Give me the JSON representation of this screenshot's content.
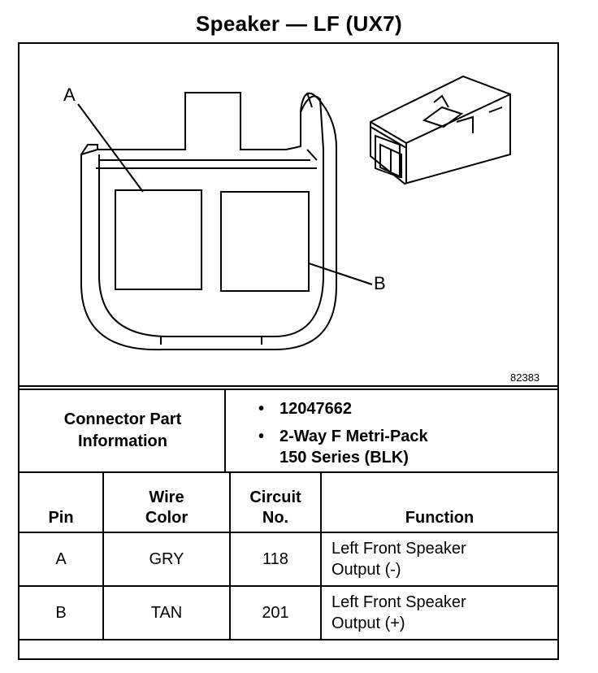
{
  "title": "Speaker — LF (UX7)",
  "figure_number": "82383",
  "callouts": {
    "a": "A",
    "b": "B"
  },
  "connector_info": {
    "label_line1": "Connector Part",
    "label_line2": "Information",
    "part_number": "12047662",
    "description_line1": "2-Way F Metri-Pack",
    "description_line2": "150 Series (BLK)"
  },
  "table": {
    "headers": {
      "pin": "Pin",
      "wire_color_line1": "Wire",
      "wire_color_line2": "Color",
      "circuit_line1": "Circuit",
      "circuit_line2": "No.",
      "function": "Function"
    },
    "rows": [
      {
        "pin": "A",
        "wire_color": "GRY",
        "circuit": "118",
        "function_line1": "Left Front Speaker",
        "function_line2": "Output (-)"
      },
      {
        "pin": "B",
        "wire_color": "TAN",
        "circuit": "201",
        "function_line1": "Left Front Speaker",
        "function_line2": "Output (+)"
      }
    ]
  }
}
